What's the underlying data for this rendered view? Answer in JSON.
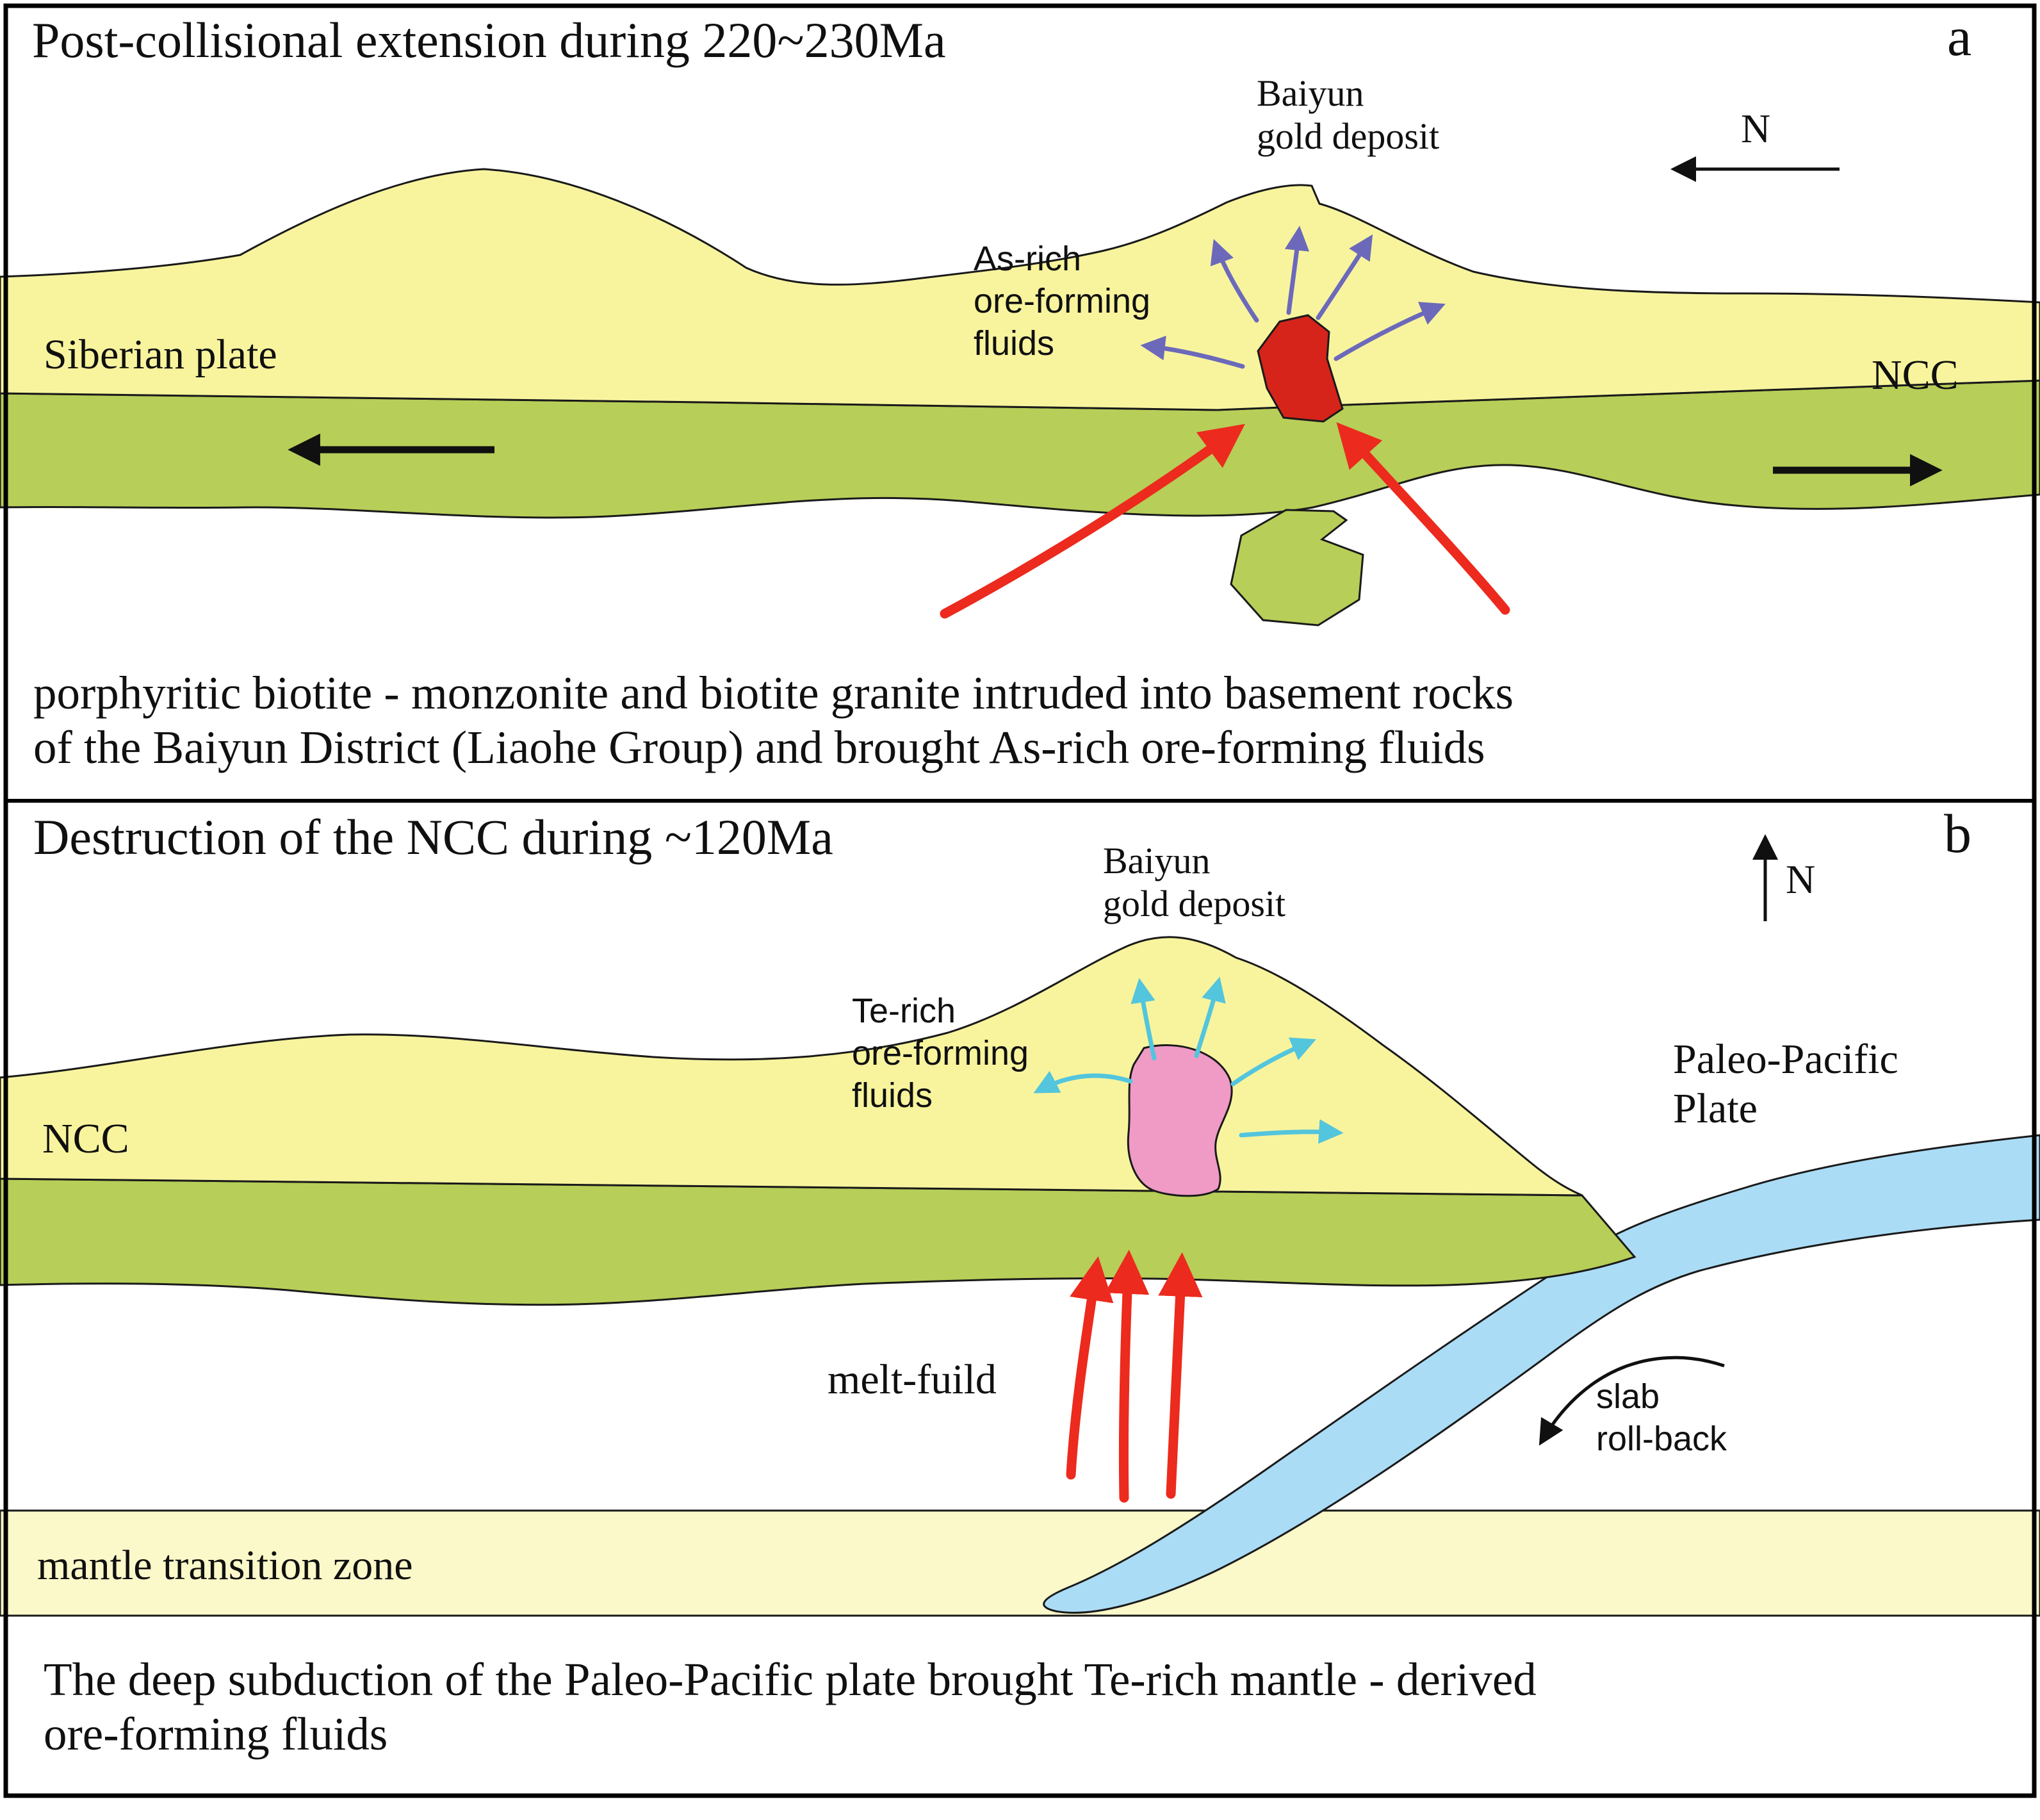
{
  "colors": {
    "crust_yellow": "#F8F49E",
    "lithosphere_green": "#B7CE58",
    "transition_zone_yellow": "#FBF8C9",
    "intrusion_red": "#D6241B",
    "intrusion_pink": "#F09AC6",
    "slab_blue": "#ABDCF5",
    "fluid_arrow_purple": "#6C69BB",
    "fluid_arrow_cyan": "#53C5DD",
    "melt_arrow_red": "#EC2A1D",
    "outline": "#1a1a1a",
    "frame": "#000000"
  },
  "panel_a": {
    "title": "Post-collisional extension during 220~230Ma",
    "corner_label": "a",
    "north_label": "N",
    "deposit_label": "Baiyun\ngold deposit",
    "fluids_label": "As-rich\nore-forming\nfluids",
    "left_plate_label": "Siberian plate",
    "right_plate_label": "NCC",
    "caption": "porphyritic biotite - monzonite and biotite granite intruded into basement rocks\nof the Baiyun District (Liaohe Group) and brought As-rich ore-forming fluids"
  },
  "panel_b": {
    "title": "Destruction of the NCC during ~120Ma",
    "corner_label": "b",
    "north_label": "N",
    "deposit_label": "Baiyun\ngold deposit",
    "fluids_label": "Te-rich\nore-forming\nfluids",
    "left_plate_label": "NCC",
    "right_plate_label": "Paleo-Pacific\nPlate",
    "melt_label": "melt-fuild",
    "slab_rollback_label": "slab\nroll-back",
    "transition_zone_label": "mantle transition zone",
    "caption": "The deep subduction of the Paleo-Pacific plate brought Te-rich mantle - derived\nore-forming fluids"
  }
}
